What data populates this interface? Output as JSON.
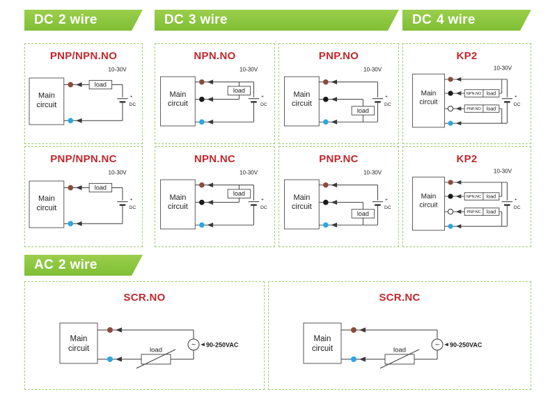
{
  "banners": {
    "dc2": {
      "strong": "DC",
      "rest": "2 wire"
    },
    "dc3": {
      "strong": "DC",
      "rest": "3 wire"
    },
    "dc4": {
      "strong": "DC",
      "rest": "4 wire"
    },
    "ac2": {
      "strong": "AC",
      "rest": "2 wire"
    }
  },
  "common": {
    "main_line1": "Main",
    "main_line2": "circuit",
    "load": "load",
    "dc_range": "10-30V",
    "dc_label": "DC",
    "plus": "+",
    "ac_range": "90-250VAC",
    "ac_symbol": "~"
  },
  "panels": {
    "pnp_npn_no": {
      "title": "PNP/NPN.NO"
    },
    "npn_no": {
      "title": "NPN.NO"
    },
    "pnp_no": {
      "title": "PNP.NO"
    },
    "kp2_top": {
      "title": "KP2",
      "out1": "NPN.NO",
      "out2": "PNP.NO"
    },
    "pnp_npn_nc": {
      "title": "PNP/NPN.NC"
    },
    "npn_nc": {
      "title": "NPN.NC"
    },
    "pnp_nc": {
      "title": "PNP.NC"
    },
    "kp2_bottom": {
      "title": "KP2",
      "out1": "NPN.NC",
      "out2": "PNP.NC"
    },
    "scr_no": {
      "title": "SCR.NO"
    },
    "scr_nc": {
      "title": "SCR.NC"
    }
  },
  "colors": {
    "banner_green": "#8cc63e",
    "title_red": "#c1272d",
    "brown_dot": "#8a4b3c",
    "blue_dot": "#2aa7e0",
    "black_dot": "#1a1a1a",
    "dashed_border": "#9fcc70"
  }
}
